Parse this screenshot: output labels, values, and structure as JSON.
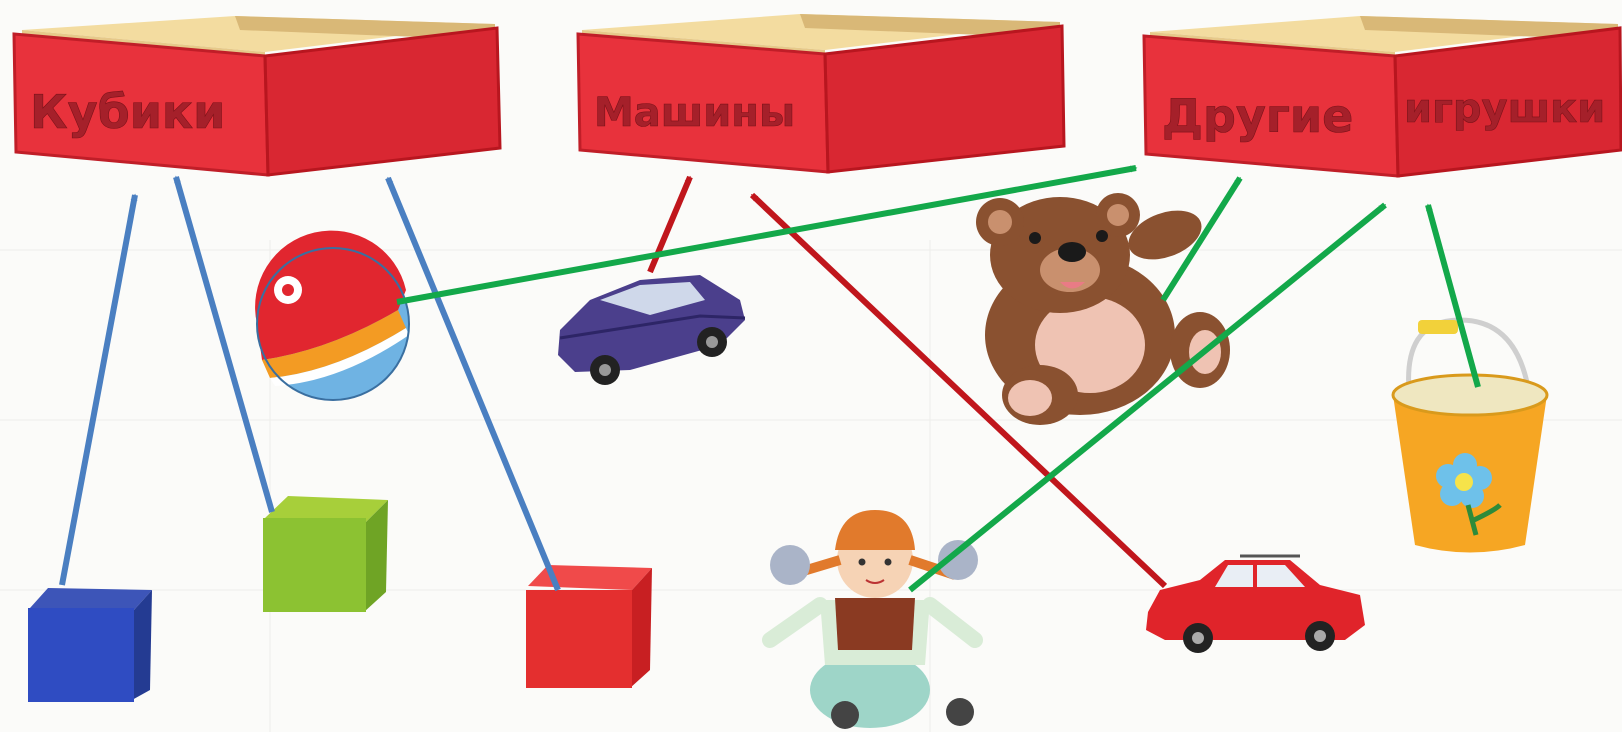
{
  "boxes": [
    {
      "id": "cubes",
      "label": "Кубики",
      "label2": ""
    },
    {
      "id": "cars",
      "label": "Машины",
      "label2": ""
    },
    {
      "id": "other",
      "label": "Другие",
      "label2": "игрушки"
    }
  ],
  "items": [
    {
      "id": "ball",
      "icon": "ball-icon",
      "category": "other"
    },
    {
      "id": "purple-car",
      "icon": "car-icon",
      "category": "cars"
    },
    {
      "id": "teddy-bear",
      "icon": "teddy-bear-icon",
      "category": "other"
    },
    {
      "id": "bucket",
      "icon": "bucket-icon",
      "category": "other"
    },
    {
      "id": "blue-cube",
      "icon": "cube-icon",
      "category": "cubes"
    },
    {
      "id": "green-cube",
      "icon": "cube-icon",
      "category": "cubes"
    },
    {
      "id": "red-cube",
      "icon": "cube-icon",
      "category": "cubes"
    },
    {
      "id": "doll",
      "icon": "doll-icon",
      "category": "other"
    },
    {
      "id": "red-car",
      "icon": "car-icon",
      "category": "cars"
    }
  ],
  "colors": {
    "box_front": "#e8323c",
    "box_side": "#d92732",
    "box_inner": "#f3dca0",
    "label": "#a5202a",
    "arrow_cubes": "#4a7fc1",
    "arrow_cars": "#c0161c",
    "arrow_other": "#13a84a"
  }
}
